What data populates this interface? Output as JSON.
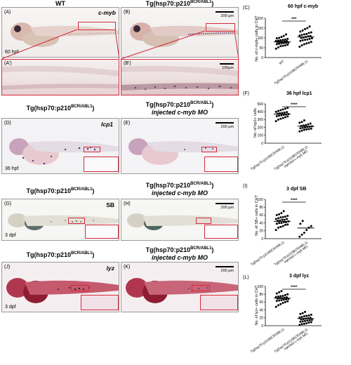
{
  "panels": {
    "A": {
      "letter": "(A)",
      "title": "WT",
      "gene": "c-myb",
      "stage": "60 hpf"
    },
    "B": {
      "letter": "(B)",
      "title": "Tg(hsp70:p210",
      "title_sup": "BCR/ABL1",
      "title_end": ")",
      "scale": "200 μm"
    },
    "A2": {
      "letter": "(A')"
    },
    "B2": {
      "letter": "(B')",
      "scale": "100μm"
    },
    "D": {
      "letter": "(D)",
      "title": "Tg(hsp70:p210",
      "title_sup": "BCR/ABL1",
      "title_end": ")",
      "gene": "lcp1",
      "stage": "36 hpf"
    },
    "E": {
      "letter": "(E)",
      "title": "Tg(hsp70:p210",
      "title_sup": "BCR/ABL1",
      "title_end": ")",
      "title2": "injected c-myb MO",
      "scale": "200 μm"
    },
    "G": {
      "letter": "(G)",
      "title": "Tg(hsp70:p210",
      "title_sup": "BCR/ABL1",
      "title_end": ")",
      "gene": "SB",
      "stage": "3 dpf"
    },
    "H": {
      "letter": "(H)",
      "title": "Tg(hsp70:p210",
      "title_sup": "BCR/ABL1",
      "title_end": ")",
      "title2": "injected c-myb MO",
      "scale": "200 μm"
    },
    "J": {
      "letter": "(J)",
      "title": "Tg(hsp70:p210",
      "title_sup": "BCR/ABL1",
      "title_end": ")",
      "gene": "lyz",
      "stage": "3 dpf"
    },
    "K": {
      "letter": "(K)",
      "title": "Tg(hsp70:p210",
      "title_sup": "BCR/ABL1",
      "title_end": ")",
      "title2": "injected c-myb MO",
      "scale": "200 μm"
    }
  },
  "colors": {
    "roi": "#d42a3c",
    "stain_purple": "#5b3e73",
    "lyz_red": "#a8243a"
  },
  "chart_data": [
    {
      "letter": "(C)",
      "type": "scatter",
      "title": "60 hpf c-myb",
      "ylabel": "No. of c-myb+ cells in CHT",
      "ylim": [
        0,
        200
      ],
      "yticks": [
        0,
        50,
        100,
        150,
        200
      ],
      "categories": [
        "WT",
        "Tg(hsp70:p210BCR/ABL1)"
      ],
      "significance": "***",
      "series": [
        {
          "values": [
            45,
            52,
            58,
            60,
            62,
            65,
            68,
            70,
            72,
            74,
            75,
            76,
            78,
            80,
            80,
            82,
            84,
            85,
            86,
            88,
            90,
            92,
            95,
            98,
            100,
            105,
            110,
            118
          ]
        },
        {
          "values": [
            55,
            62,
            68,
            72,
            75,
            80,
            85,
            88,
            90,
            92,
            95,
            98,
            100,
            102,
            105,
            108,
            110,
            112,
            115,
            118,
            120,
            125,
            128,
            132,
            138,
            145,
            150,
            158
          ]
        }
      ],
      "means": [
        80,
        105
      ]
    },
    {
      "letter": "(F)",
      "type": "scatter",
      "title": "36 hpf lcp1",
      "ylabel": "No. of lcp1+ cells",
      "ylim": [
        0,
        500
      ],
      "yticks": [
        0,
        100,
        200,
        300,
        400,
        500
      ],
      "categories": [
        "Tg(hsp70:p210BCR/ABL1)",
        "Tg(hsp70:p210BCR/ABL1) injected c-myb MO"
      ],
      "significance": "****",
      "series": [
        {
          "values": [
            280,
            300,
            310,
            320,
            330,
            340,
            345,
            350,
            355,
            360,
            365,
            370,
            375,
            380,
            385,
            390,
            395,
            400,
            410,
            420,
            430,
            440,
            450
          ]
        },
        {
          "values": [
            150,
            160,
            170,
            175,
            180,
            185,
            190,
            195,
            200,
            205,
            210,
            215,
            220,
            225,
            230,
            240,
            250,
            260,
            270,
            290
          ]
        }
      ],
      "means": [
        370,
        215
      ]
    },
    {
      "letter": "(I)",
      "type": "scatter",
      "title": "3 dpf SB",
      "ylabel": "No. of SB+ cells in CHT",
      "ylim": [
        0,
        100
      ],
      "yticks": [
        0,
        20,
        40,
        60,
        80,
        100
      ],
      "categories": [
        "Tg(hsp70:p210BCR/ABL1)",
        "Tg(hsp70:p210BCR/ABL1) injected c-myb MO"
      ],
      "significance": "****",
      "series": [
        {
          "values": [
            22,
            28,
            30,
            32,
            35,
            36,
            38,
            40,
            40,
            42,
            42,
            44,
            45,
            46,
            48,
            48,
            50,
            50,
            52,
            54,
            55,
            56,
            58,
            60,
            62,
            65,
            70
          ]
        },
        {
          "values": [
            5,
            10,
            15,
            22,
            28,
            32,
            38,
            45
          ]
        }
      ],
      "means": [
        44,
        27
      ]
    },
    {
      "letter": "(L)",
      "type": "scatter",
      "title": "3 dpf lyz",
      "ylabel": "No. of lyz+ cells in CHT",
      "ylim": [
        0,
        100
      ],
      "yticks": [
        0,
        20,
        40,
        60,
        80,
        100
      ],
      "categories": [
        "Tg(hsp70:p210BCR/ABL1)",
        "Tg(hsp70:p210BCR/ABL1) injected c-myb MO"
      ],
      "significance": "****",
      "series": [
        {
          "values": [
            48,
            52,
            55,
            58,
            60,
            62,
            63,
            64,
            65,
            66,
            67,
            68,
            69,
            70,
            70,
            71,
            72,
            73,
            74,
            75,
            76,
            78,
            80,
            82,
            85,
            88
          ]
        },
        {
          "values": [
            2,
            4,
            5,
            6,
            8,
            9,
            10,
            11,
            12,
            13,
            14,
            15,
            16,
            17,
            18,
            19,
            20,
            21,
            22,
            24,
            25,
            26,
            28,
            30,
            32,
            35
          ]
        }
      ],
      "means": [
        70,
        18
      ]
    }
  ]
}
